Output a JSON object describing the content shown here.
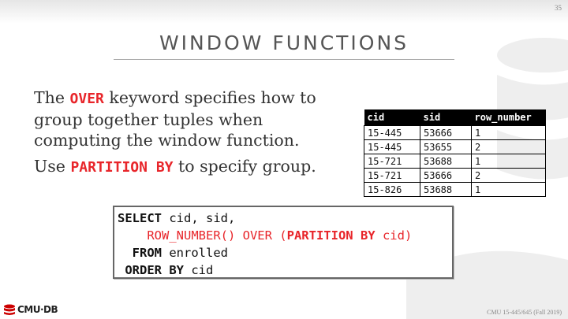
{
  "slide": {
    "page_number": "35",
    "title": "WINDOW FUNCTIONS",
    "body": {
      "p1_before": "The ",
      "p1_keyword": "OVER",
      "p1_after": " keyword specifies how to group together tuples when computing the window function.",
      "p2_before": "Use ",
      "p2_keyword": "PARTITION BY",
      "p2_after": " to specify group."
    },
    "table": {
      "headers": [
        "cid",
        "sid",
        "row_number"
      ],
      "rows": [
        [
          "15-445",
          "53666",
          "1"
        ],
        [
          "15-445",
          "53655",
          "2"
        ],
        [
          "15-721",
          "53688",
          "1"
        ],
        [
          "15-721",
          "53666",
          "2"
        ],
        [
          "15-826",
          "53688",
          "1"
        ]
      ]
    },
    "code": {
      "l1_kw": "SELECT",
      "l1_rest": " cid, sid,",
      "l2_fn": "ROW_NUMBER() OVER (",
      "l2_kw": "PARTITION BY",
      "l2_rest": " cid)",
      "l3_kw": "FROM",
      "l3_rest": " enrolled",
      "l4_kw": "ORDER BY",
      "l4_rest": " cid"
    },
    "logo_text": "CMU·DB",
    "footer": "CMU 15-445/645 (Fall 2019)",
    "colors": {
      "accent": "#e8252a",
      "title": "#555555",
      "text": "#333333"
    }
  }
}
